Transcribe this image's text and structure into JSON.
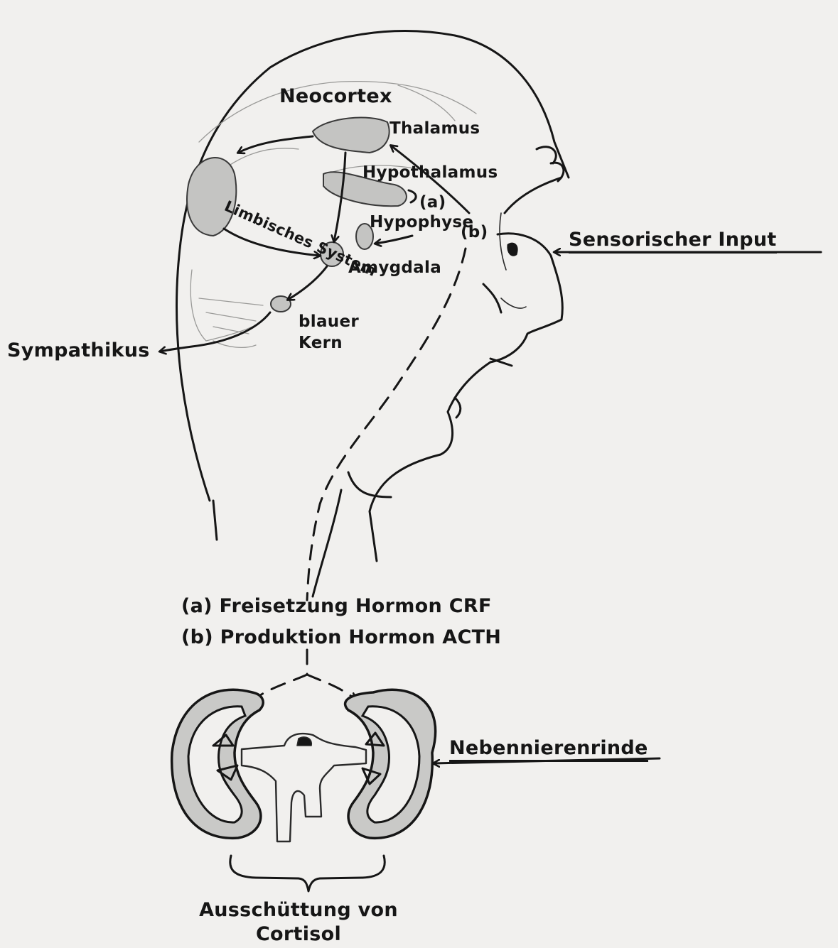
{
  "labels": {
    "neocortex": "Neocortex",
    "thalamus": "Thalamus",
    "hypothalamus": "Hypothalamus",
    "marker_a": "(a)",
    "limbisches_system": "Limbisches System",
    "hypophyse": "Hypophyse",
    "marker_b": "(b)",
    "amygdala": "Amygdala",
    "blauer_kern": "blauer Kern",
    "sympathikus": "Sympathikus",
    "sensorischer_input": "Sensorischer Input",
    "step_a": "(a) Freisetzung Hormon CRF",
    "step_b": "(b) Produktion Hormon ACTH",
    "nebennierenrinde": "Nebennierenrinde",
    "cortisol": "Ausschüttung von Cortisol"
  },
  "colors": {
    "paper": "#f1f0ee",
    "ink": "#161616",
    "region_fill": "#c4c4c2"
  }
}
